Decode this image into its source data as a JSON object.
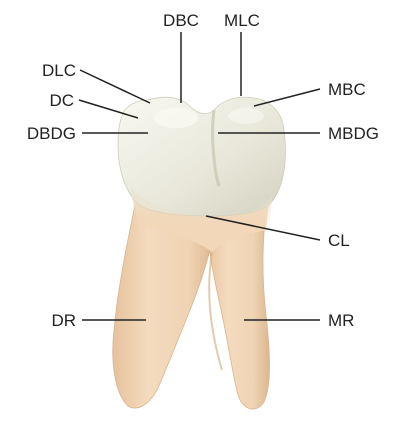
{
  "labels": {
    "dbc": "DBC",
    "mlc": "MLC",
    "dlc": "DLC",
    "dc": "DC",
    "mbc": "MBC",
    "dbdg": "DBDG",
    "mbdg": "MBDG",
    "cl": "CL",
    "dr": "DR",
    "mr": "MR"
  },
  "colors": {
    "crown": "#ecebe0",
    "crown_shadow": "#cfcdb9",
    "root": "#efd2b0",
    "root_shadow": "#d9b48c",
    "text": "#222222"
  }
}
